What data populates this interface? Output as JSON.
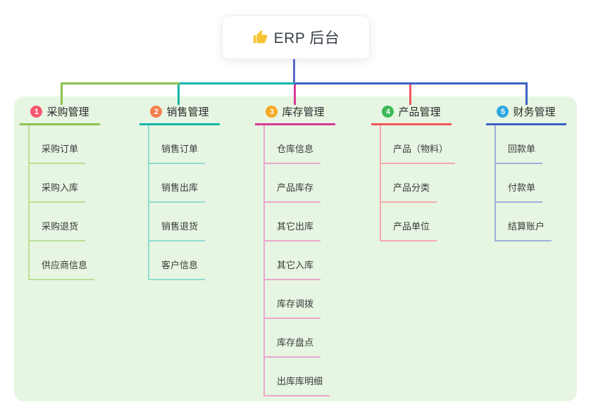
{
  "root": {
    "title": "ERP 后台",
    "icon": "thumbs-up-icon"
  },
  "panel": {
    "background": "#E6F6E2"
  },
  "connector": {
    "root_line_color": "#5A68C9"
  },
  "branches": [
    {
      "index": "1",
      "label": "采购管理",
      "colors": {
        "badge": "#F6576E",
        "line": "#8CC152",
        "tint": "#BCDF96"
      },
      "children": [
        "采购订单",
        "采购入库",
        "采购退货",
        "供应商信息"
      ]
    },
    {
      "index": "2",
      "label": "销售管理",
      "colors": {
        "badge": "#F5814E",
        "line": "#12B5A9",
        "tint": "#93DAD2"
      },
      "children": [
        "销售订单",
        "销售出库",
        "销售退货",
        "客户信息"
      ]
    },
    {
      "index": "3",
      "label": "库存管理",
      "colors": {
        "badge": "#F7A823",
        "line": "#D8389B",
        "tint": "#ECA6CE"
      },
      "children": [
        "仓库信息",
        "产品库存",
        "其它出库",
        "其它入库",
        "库存调拨",
        "库存盘点",
        "出库库明细"
      ]
    },
    {
      "index": "4",
      "label": "产品管理",
      "colors": {
        "badge": "#3DBA57",
        "line": "#F4545E",
        "tint": "#F5A9AC"
      },
      "children": [
        "产品（物料）",
        "产品分类",
        "产品单位"
      ]
    },
    {
      "index": "5",
      "label": "财务管理",
      "colors": {
        "badge": "#2FA7DF",
        "line": "#3D62C4",
        "tint": "#9FB0DC"
      },
      "children": [
        "回款单",
        "付款单",
        "结算账户"
      ]
    }
  ],
  "icon_colors": {
    "thumb_yellow": "#F7C331"
  }
}
